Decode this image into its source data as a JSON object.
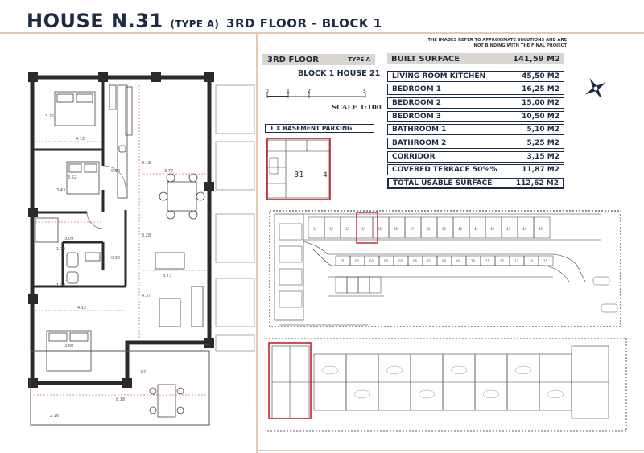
{
  "header": {
    "title_main": "HOUSE N.31",
    "title_type": "(TYPE A)",
    "title_rest": "3RD FLOOR - BLOCK 1"
  },
  "disclaimer": "THE IMAGES REFER TO APPROXIMATE SOLUTIONS AND ARE NOT BINDING WITH THE FINAL PROJECT",
  "floor_info": {
    "floor": "3RD FLOOR",
    "type": "TYPE A",
    "block_house": "BLOCK 1 HOUSE 21",
    "scale_ticks": [
      "0",
      "1",
      "2",
      "5"
    ],
    "scale_label": "SCALE 1:100",
    "parking": "1 X BASEMENT PARKING",
    "parking_number": "31",
    "parking_side": "4"
  },
  "surfaces": {
    "header": {
      "label": "BUILT SURFACE",
      "value": "141,59 M2"
    },
    "rows": [
      {
        "label": "LIVING ROOM KITCHEN",
        "value": "45,50 M2"
      },
      {
        "label": "BEDROOM 1",
        "value": "16,25 M2"
      },
      {
        "label": "BEDROOM 2",
        "value": "15,00 M2"
      },
      {
        "label": "BEDROOM 3",
        "value": "10,50 M2"
      },
      {
        "label": "BATHROOM 1",
        "value": "5,10 M2"
      },
      {
        "label": "BATHROOM 2",
        "value": "5,25 M2"
      },
      {
        "label": "CORRIDOR",
        "value": "3,15 M2"
      },
      {
        "label": "COVERED TERRACE 50%%",
        "value": "11,87 M2"
      }
    ],
    "total": {
      "label": "TOTAL USABLE SURFACE",
      "value": "112,62 M2"
    }
  },
  "plan_dims": {
    "d1": "3.25",
    "d2": "4.12",
    "d3": "3.52",
    "d4": "3.43",
    "d5": "0.90",
    "d6": "8.18",
    "d7": "3.77",
    "d8": "3.09",
    "d9": "1.70",
    "d10": "0.90",
    "d11": "1.70",
    "d12": "4.12",
    "d13": "3.28",
    "d14": "3.73",
    "d15": "4.37",
    "d16": "3.60",
    "d17": "1.07",
    "d18": "8.18",
    "d19": "2.16"
  },
  "parking_map": {
    "row_top": [
      "31",
      "32",
      "33",
      "34",
      "35",
      "36",
      "37",
      "38",
      "39",
      "40",
      "41",
      "42",
      "43",
      "44",
      "45"
    ],
    "row_mid": [
      "01",
      "02",
      "03",
      "04",
      "05",
      "06",
      "07",
      "08",
      "09",
      "10",
      "11",
      "12",
      "13",
      "14",
      "15"
    ]
  },
  "colors": {
    "navy": "#1c2a44",
    "peach": "#e8c9ae",
    "gray": "#d9d5cf",
    "red": "#c8202a"
  }
}
